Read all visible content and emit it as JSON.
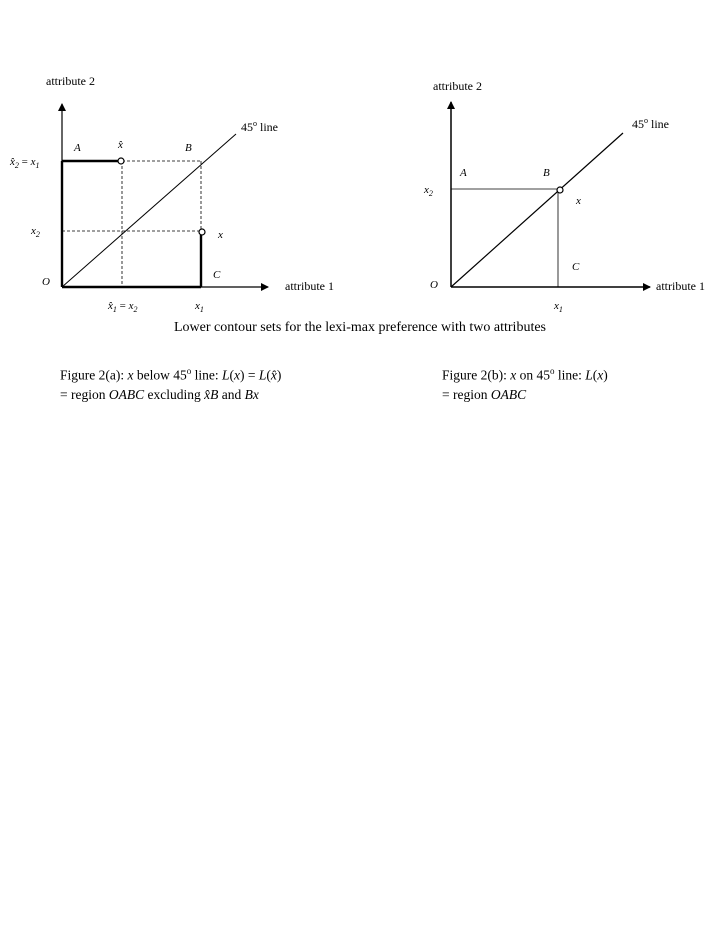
{
  "panel_a": {
    "y_axis_label": "attribute 2",
    "x_axis_label": "attribute 1",
    "diag_label_prefix": "45",
    "diag_label_sup": "o",
    "diag_label_suffix": " line",
    "A": "A",
    "B": "B",
    "C": "C",
    "O": "O",
    "xhat": "x̂",
    "x": "x",
    "x2_tick_var": "x",
    "x2_tick_sub": "2",
    "xhat2_var": "x̂",
    "xhat2_sub": "2",
    "xhat2_eq": " = ",
    "xhat2_rhs_var": "x",
    "xhat2_rhs_sub": "1",
    "xhat1_var": "x̂",
    "xhat1_sub": "1",
    "xhat1_eq": " = ",
    "xhat1_rhs_var": "x",
    "xhat1_rhs_sub": "2",
    "x1_tick_var": "x",
    "x1_tick_sub": "1"
  },
  "panel_b": {
    "y_axis_label": "attribute 2",
    "x_axis_label": "attribute 1",
    "diag_label_prefix": "45",
    "diag_label_sup": "o",
    "diag_label_suffix": " line",
    "A": "A",
    "B": "B",
    "C": "C",
    "O": "O",
    "x": "x",
    "x2_tick_var": "x",
    "x2_tick_sub": "2",
    "x1_tick_var": "x",
    "x1_tick_sub": "1"
  },
  "main_caption": "Lower contour sets for the lexi-max preference with two attributes",
  "caption_a": {
    "p1": "Figure 2(a): ",
    "p2": "x",
    "p3": " below 45",
    "p4": "o",
    "p5": " line: ",
    "p6": "L",
    "p7": "(",
    "p8": "x",
    "p9": ") = ",
    "p10": "L",
    "p11": "(",
    "p12": "x̂",
    "p13": ")",
    "p14": "= region ",
    "p15": "OABC",
    "p16": " excluding ",
    "p17": "x̂B",
    "p18": " and ",
    "p19": "Bx"
  },
  "caption_b": {
    "p1": "Figure 2(b): ",
    "p2": "x",
    "p3": " on 45",
    "p4": "o",
    "p5": " line: ",
    "p6": "L",
    "p7": "(",
    "p8": "x",
    "p9": ")",
    "p10": "= region ",
    "p11": "OABC"
  }
}
